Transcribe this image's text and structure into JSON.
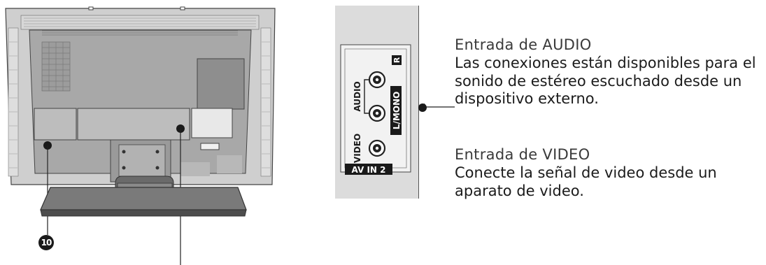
{
  "panel": {
    "audio_label": "AUDIO",
    "lmono_label": "L/MONO",
    "r_label": "R",
    "video_label": "VIDEO",
    "avin_label": "AV IN 2"
  },
  "audio": {
    "title": "Entrada de AUDIO",
    "lines": [
      "Las conexiones están disponibles para el",
      "sonido de estéreo escuchado desde un",
      "dispositivo externo."
    ]
  },
  "video": {
    "title": "Entrada de VIDEO",
    "lines": [
      "Conecte la señal de video desde un",
      "aparato de video."
    ]
  },
  "callout_number": "10"
}
